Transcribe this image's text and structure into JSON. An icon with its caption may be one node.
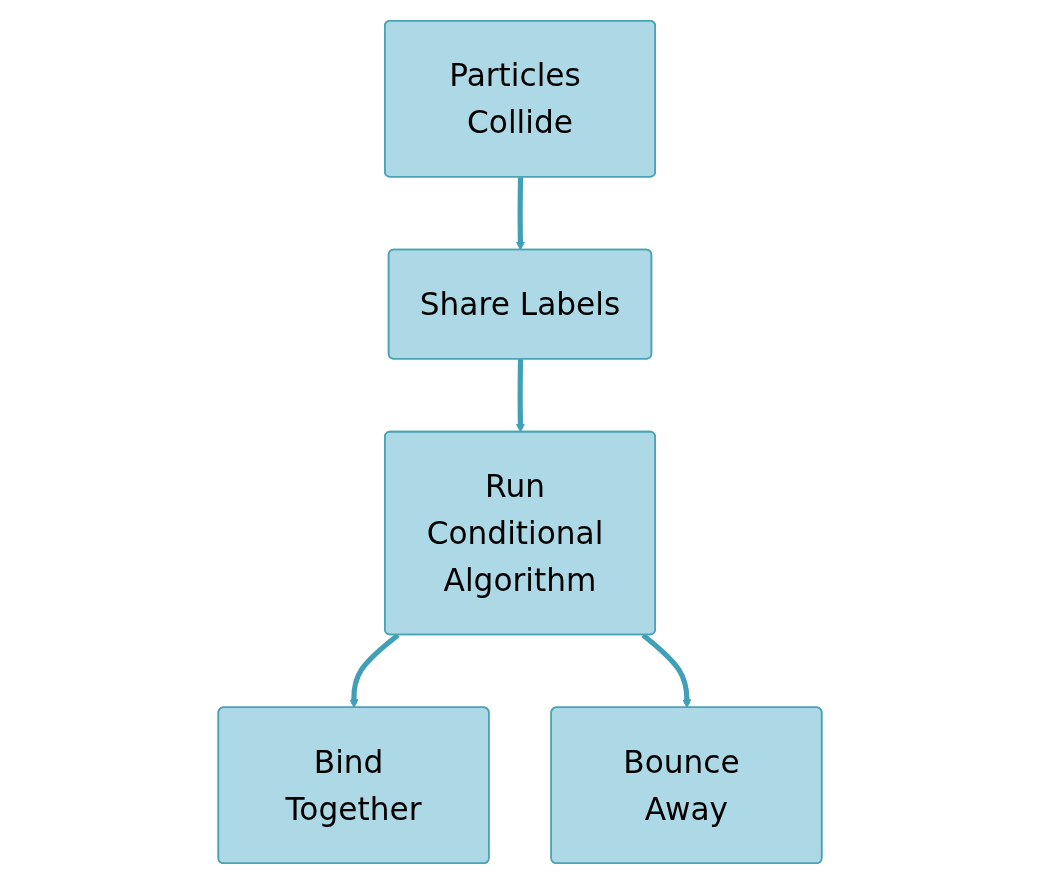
{
  "diagram": {
    "nodes": [
      {
        "text": [
          "Particles Collide"
        ]
      },
      {
        "text": [
          "Share Labels"
        ]
      },
      {
        "text": [
          "Run Conditional Algorithm"
        ]
      },
      {
        "text": [
          "Bind Together"
        ]
      },
      {
        "text": [
          "Bounce Away"
        ]
      }
    ],
    "edges": [
      {
        "from": 0,
        "to": 1,
        "arrow": "to"
      },
      {
        "from": 1,
        "to": 2,
        "arrow": "to"
      },
      {
        "from": 2,
        "to": 3,
        "arrow": "to"
      },
      {
        "from": 2,
        "to": 4,
        "arrow": "to"
      }
    ]
  }
}
